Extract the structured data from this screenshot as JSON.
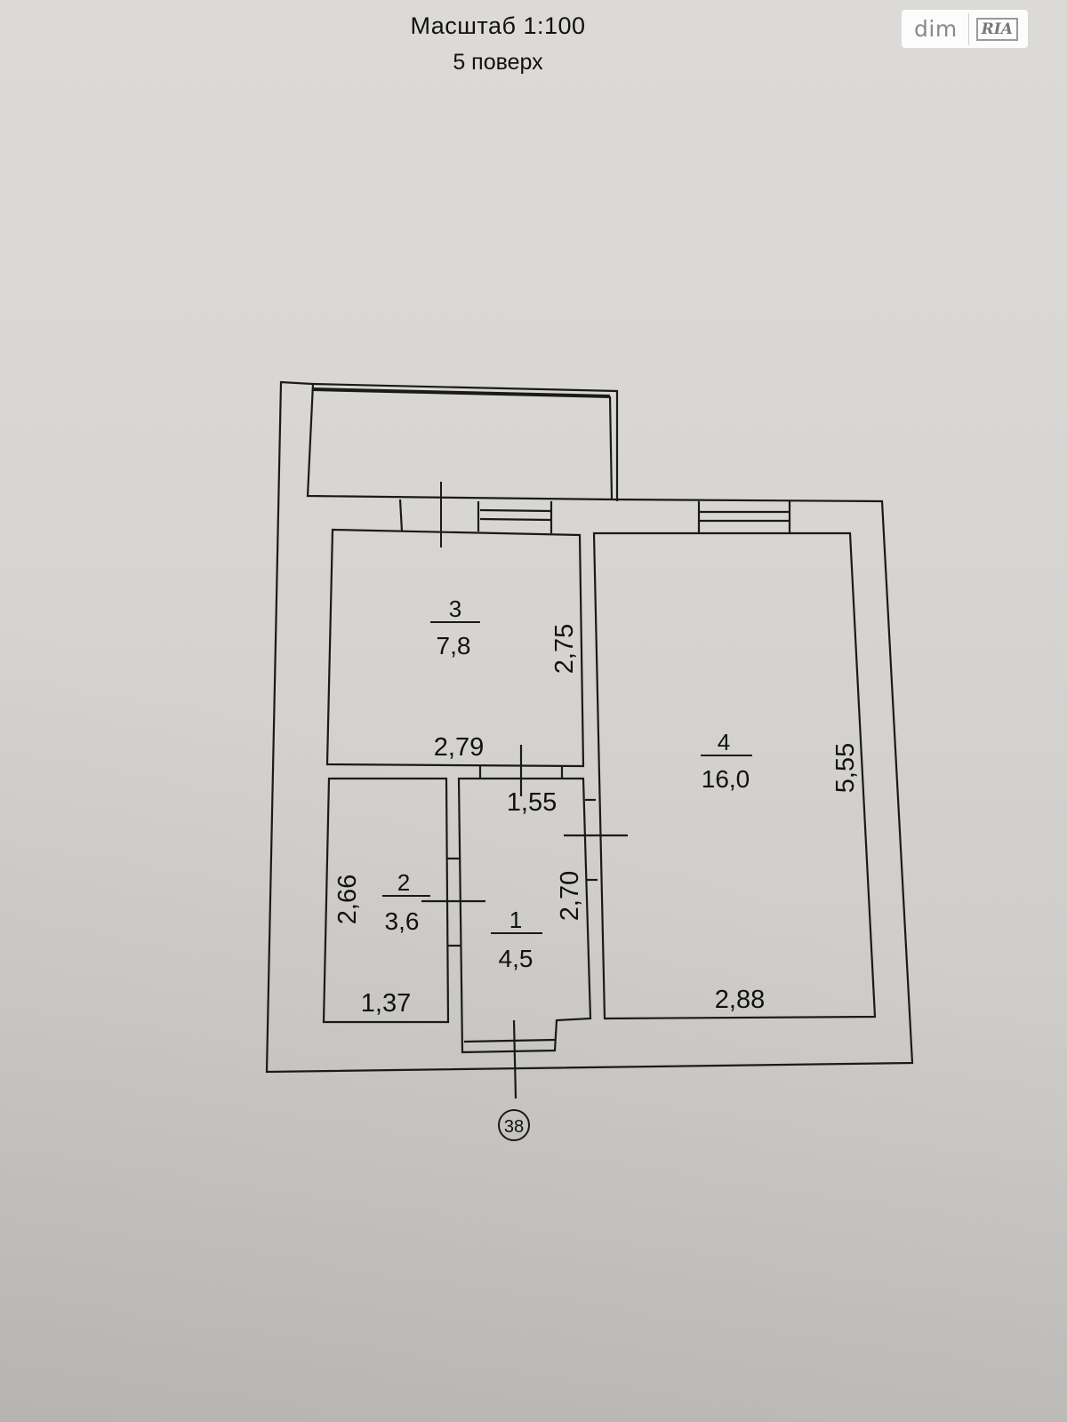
{
  "header": {
    "scale": "Масштаб 1:100",
    "floor": "5 поверх"
  },
  "watermark": {
    "text": "dim",
    "logo": "RIA"
  },
  "rooms": [
    {
      "number": "1",
      "area": "4,5"
    },
    {
      "number": "2",
      "area": "3,6"
    },
    {
      "number": "3",
      "area": "7,8"
    },
    {
      "number": "4",
      "area": "16,0"
    }
  ],
  "dimensions": {
    "room3_height": "2,75",
    "room3_width": "2,79",
    "corridor_width": "1,55",
    "room1_height": "2,70",
    "room2_height": "2,66",
    "room2_width": "1,37",
    "room4_height": "5,55",
    "room4_width": "2,88"
  },
  "apartment_number": "38",
  "colors": {
    "line": "#1a1a1a",
    "wall_fill": "#dad8d5"
  }
}
